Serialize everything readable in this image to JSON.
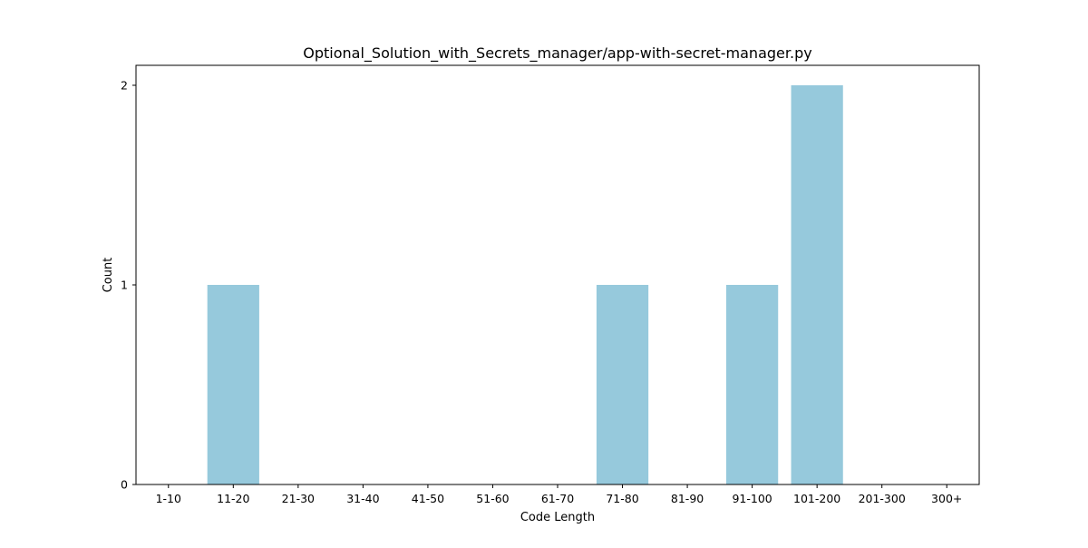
{
  "chart_data": {
    "type": "bar",
    "title": "Optional_Solution_with_Secrets_manager/app-with-secret-manager.py",
    "xlabel": "Code Length",
    "ylabel": "Count",
    "categories": [
      "1-10",
      "11-20",
      "21-30",
      "31-40",
      "41-50",
      "51-60",
      "61-70",
      "71-80",
      "81-90",
      "91-100",
      "101-200",
      "201-300",
      "300+"
    ],
    "values": [
      0,
      1,
      0,
      0,
      0,
      0,
      0,
      1,
      0,
      1,
      2,
      0,
      0
    ],
    "ylim": [
      0,
      2.1
    ],
    "yticks": [
      0,
      1,
      2
    ],
    "grid": false,
    "legend": "none",
    "bar_color": "#96c9dc",
    "axis_color": "#000000",
    "background": "#ffffff"
  }
}
